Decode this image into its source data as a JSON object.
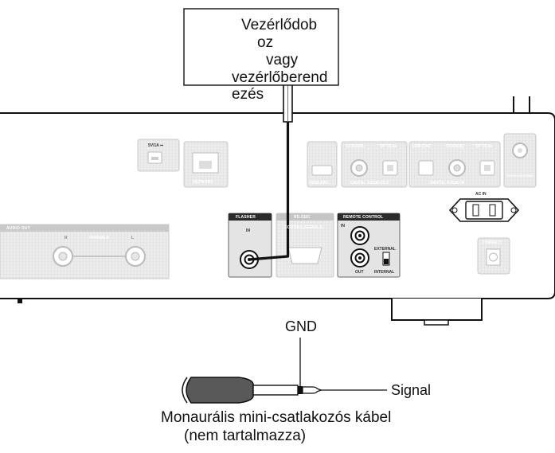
{
  "callout": {
    "line1": "Vezérlődob",
    "line2": "oz",
    "line3": "vagy",
    "line4": "vezérlőberend",
    "line5": "ezés"
  },
  "panel": {
    "usb_rating": "5V/1A ⎓",
    "network": "NETWORK",
    "hdmi": "HDMI ARC",
    "coaxial_out": "COAXIAL",
    "optical_out": "OPTICAL",
    "digital_audio_out": "DIGITAL AUDIO OUT",
    "usb_dac": "USB-DAC",
    "coaxial_in": "COAXIAL",
    "optical_in": "OPTICAL",
    "digital_audio_in": "DIGITAL AUDIO IN",
    "radio_antenna": "RADIO ANTENNA",
    "ac_in": "AC IN",
    "audio_out": "AUDIO OUT",
    "variable": "VARIABLE",
    "ch_r": "R",
    "ch_l": "L",
    "flasher": "FLASHER",
    "flasher_in": "IN",
    "rs232c": "RS-232C",
    "rs232c_sub": "CONTROL/SERIALS",
    "remote_control": "REMOTE CONTROL",
    "remote_in": "IN",
    "remote_out": "OUT",
    "external": "EXTERNAL",
    "internal": "INTERNAL",
    "connect": "CONNECT"
  },
  "plug": {
    "gnd": "GND",
    "signal": "Signal",
    "caption_line1": "Monaurális mini-csatlakozós kábel",
    "caption_line2": "(nem tartalmazza)"
  }
}
